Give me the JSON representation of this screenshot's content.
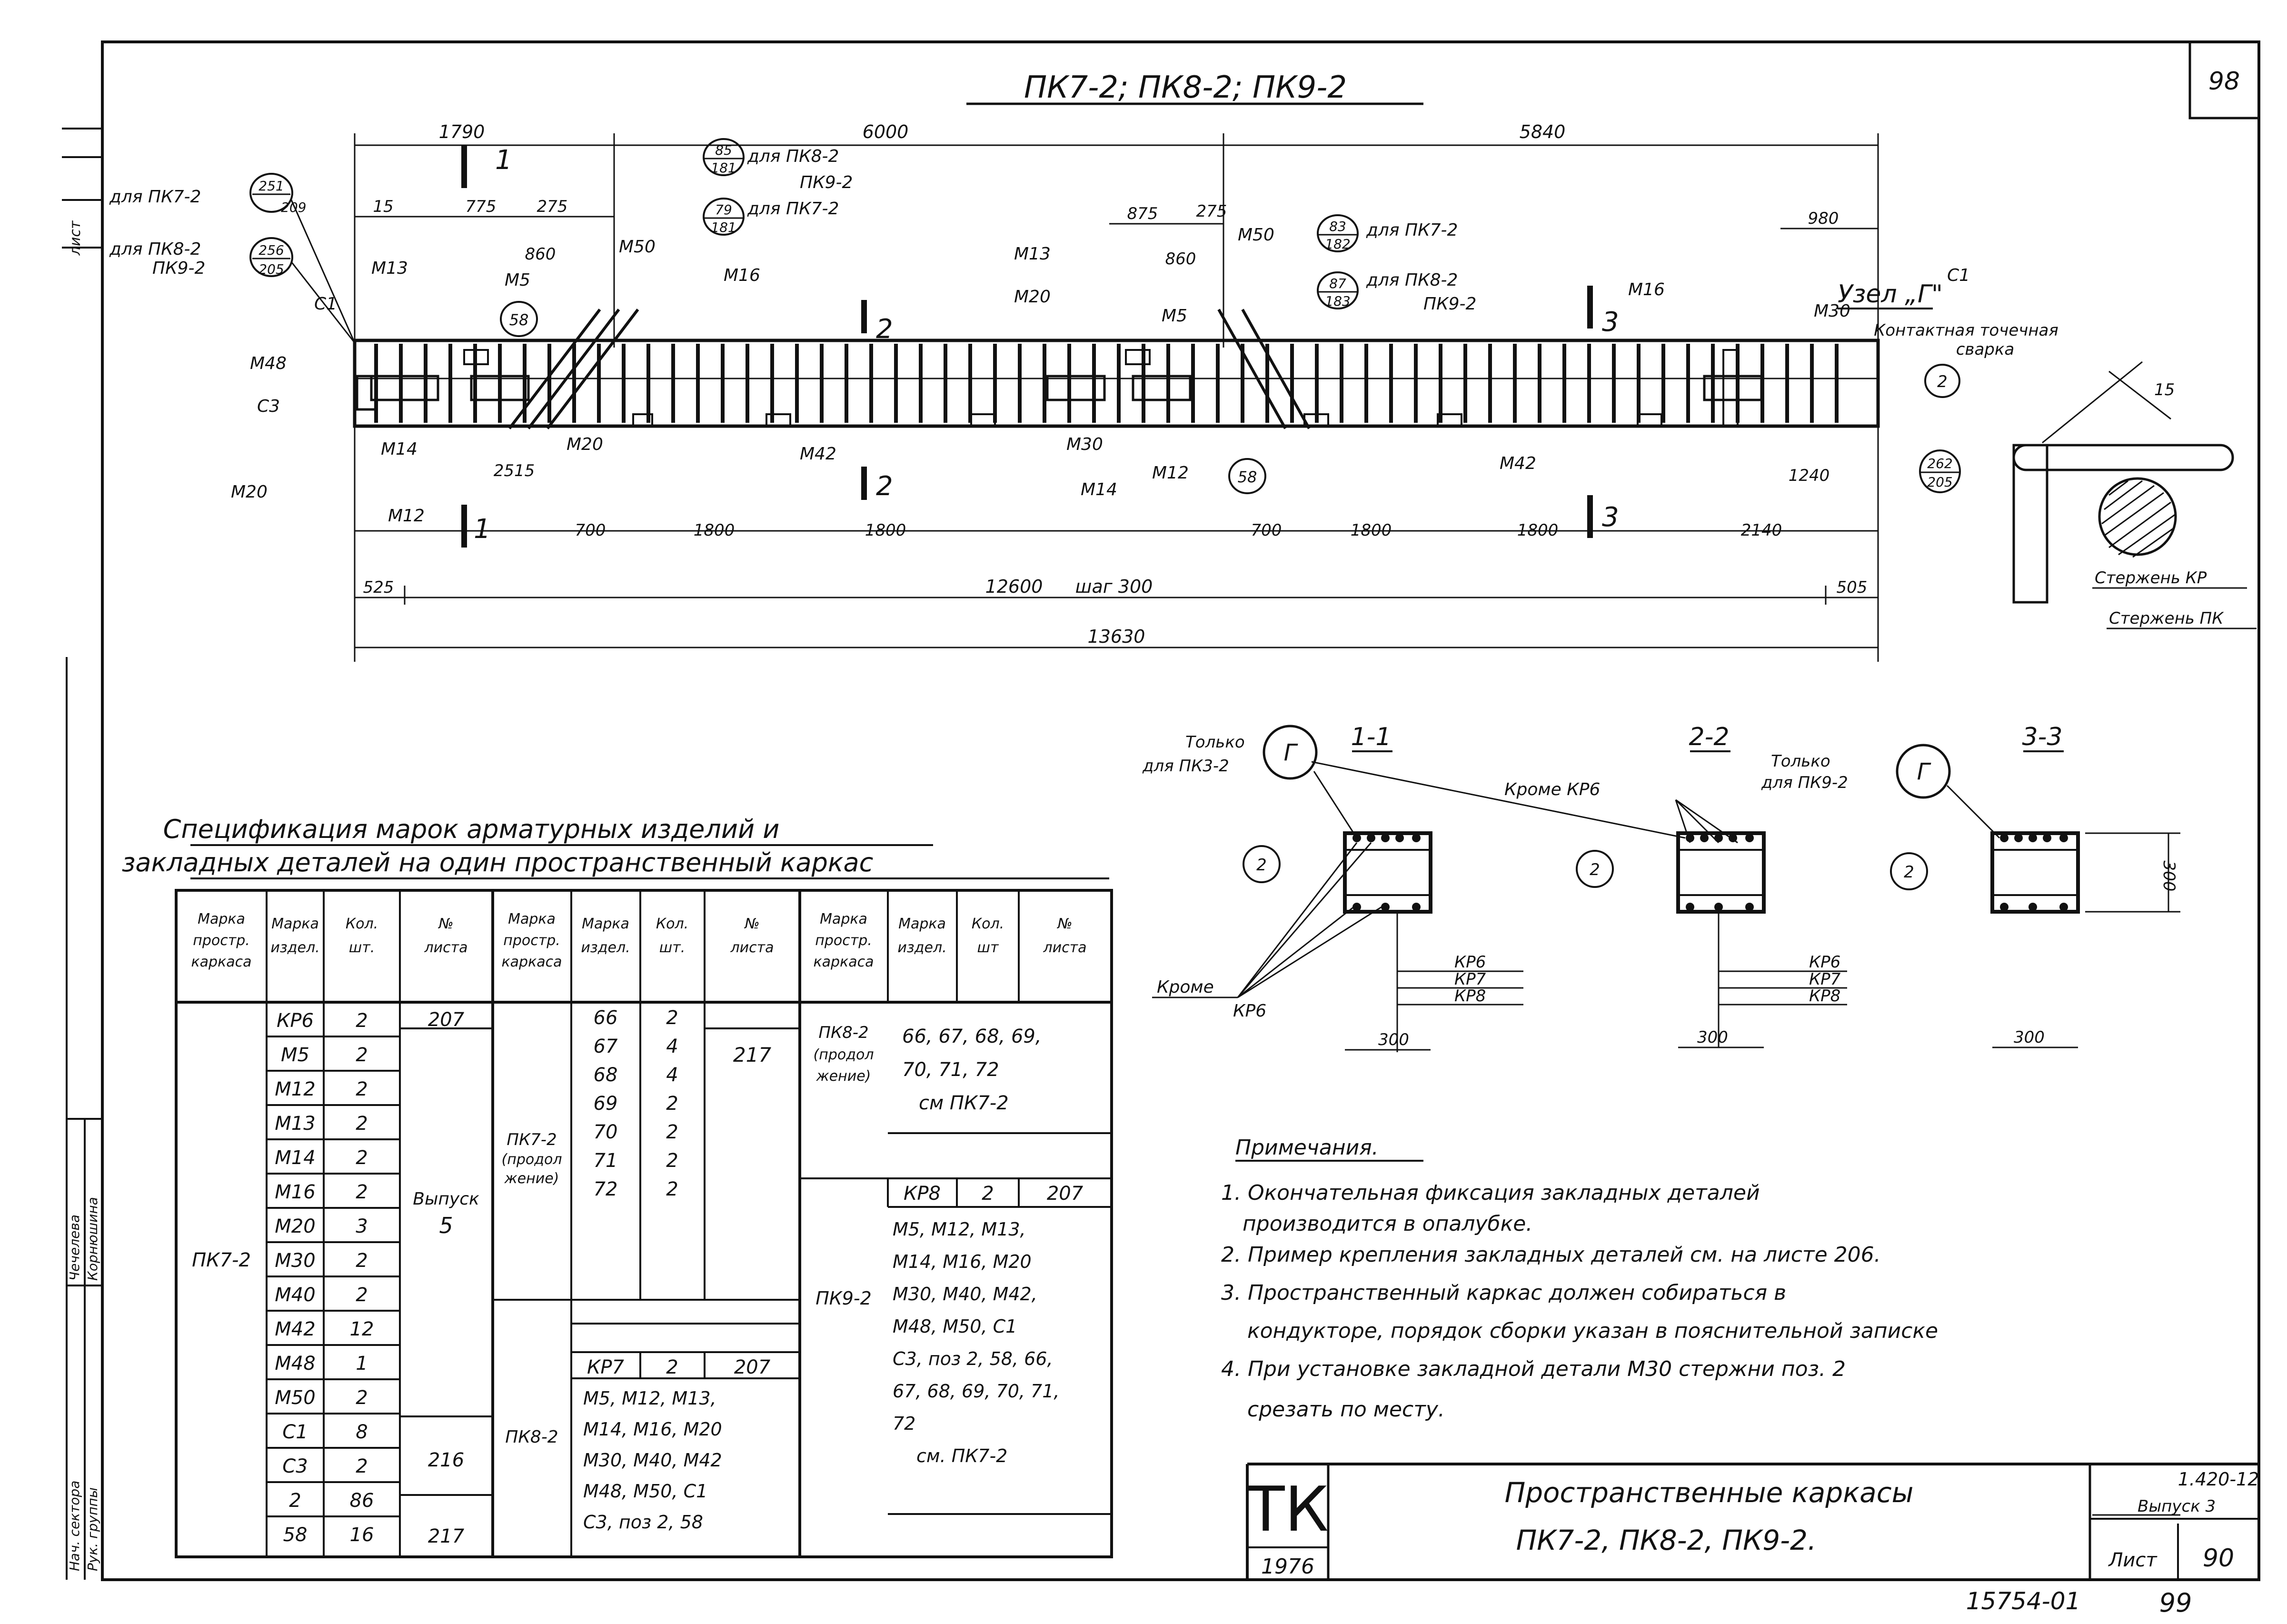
{
  "sheet": {
    "corner_number": "98",
    "title": "ПК7-2; ПК8-2; ПК9-2",
    "bottom_code": "15754-01",
    "bottom_page": "99",
    "left_margin": [
      "Нач. сектора",
      "Рук. группы",
      "Чечелева",
      "Корнюшина",
      "лист"
    ]
  },
  "elevation": {
    "dims_top": [
      "1790",
      "6000",
      "5840"
    ],
    "dims_second": [
      "15",
      "775",
      "275",
      "860",
      "875",
      "275",
      "860",
      "980"
    ],
    "dims_bottom": [
      "2515",
      "700",
      "1800",
      "1800",
      "700",
      "1800",
      "1800",
      "2140",
      "1240"
    ],
    "dims_overall": [
      "525",
      "12600",
      "шаг 300",
      "505",
      "13630"
    ],
    "section_marks": [
      "1",
      "2",
      "3"
    ],
    "callouts": [
      {
        "text": "для ПК7-2",
        "circle": [
          "251",
          "209"
        ]
      },
      {
        "text": "для ПК8-2",
        "circle": [
          "256",
          "205"
        ]
      },
      {
        "text": "ПК9-2"
      },
      {
        "text": "для ПК8-2",
        "circle": [
          "85",
          "181"
        ]
      },
      {
        "text": "ПК9-2"
      },
      {
        "text": "для ПК7-2",
        "circle": [
          "79",
          "181"
        ]
      },
      {
        "text": "для ПК7-2",
        "circle": [
          "83",
          "182"
        ]
      },
      {
        "text": "для ПК8-2",
        "circle": [
          "87",
          "183"
        ]
      },
      {
        "text": "ПК9-2"
      }
    ],
    "labels": [
      "М13",
      "М5",
      "М50",
      "М16",
      "М48",
      "С1",
      "С3",
      "М14",
      "М20",
      "М12",
      "М42",
      "М30",
      "58",
      "2",
      "262",
      "205"
    ]
  },
  "node": {
    "title": "Узел „Г\"",
    "subtitle": "Контактная точечная сварка",
    "dim": "15",
    "rod_kr": "Стержень КР",
    "rod_pk": "Стержень ПК"
  },
  "sections": {
    "s1": "1-1",
    "s2": "2-2",
    "s3": "3-3",
    "only_pk3": "Только для ПК3-2",
    "only_pk9": "Только для ПК9-2",
    "g": "Г",
    "krome_kr6": "Кроме КР6",
    "krome": "Кроме",
    "kr6": "КР6",
    "kr6b": "КР6",
    "kr7": "КР7",
    "kr8": "КР8",
    "d300": "300",
    "pos2": "2"
  },
  "spec": {
    "title_l1": "Спецификация марок арматурных изделий и",
    "title_l2": "закладных деталей на один пространственный каркас",
    "headers": [
      "Марка простр. каркаса",
      "Марка издел.",
      "Кол. шт.",
      "№ листа"
    ],
    "g1": {
      "frame": "ПК7-2",
      "rows": [
        [
          "КР6",
          "2"
        ],
        [
          "М5",
          "2"
        ],
        [
          "М12",
          "2"
        ],
        [
          "М13",
          "2"
        ],
        [
          "М14",
          "2"
        ],
        [
          "М16",
          "2"
        ],
        [
          "М20",
          "3"
        ],
        [
          "М30",
          "2"
        ],
        [
          "М40",
          "2"
        ],
        [
          "М42",
          "12"
        ],
        [
          "М48",
          "1"
        ],
        [
          "М50",
          "2"
        ],
        [
          "С1",
          "8"
        ],
        [
          "С3",
          "2"
        ],
        [
          "2",
          "86"
        ],
        [
          "58",
          "16"
        ]
      ],
      "sheet_207": "207",
      "sheet_vyp": "Выпуск 5",
      "sheet_216": "216",
      "sheet_217": "217"
    },
    "g2": {
      "frame_a": "ПК7-2 (продолжение)",
      "rows": [
        [
          "66",
          "2"
        ],
        [
          "67",
          "4"
        ],
        [
          "68",
          "4"
        ],
        [
          "69",
          "2"
        ],
        [
          "70",
          "2"
        ],
        [
          "71",
          "2"
        ],
        [
          "72",
          "2"
        ]
      ],
      "sheet": "217",
      "frame_b": "ПК8-2",
      "kr_row": [
        "КР7",
        "2",
        "207"
      ],
      "text": [
        "М5, М12, М13,",
        "М14, М16, М20",
        "М30, М40, М42",
        "М48, М50, С1",
        "С3, поз 2, 58"
      ]
    },
    "g3": {
      "frame_a": "ПК8-2 (продолжение)",
      "text_a": [
        "66, 67, 68, 69,",
        "70, 71, 72",
        "см ПК7-2"
      ],
      "frame_b": "ПК9-2",
      "kr_row": [
        "КР8",
        "2",
        "207"
      ],
      "text_b": [
        "М5, М12, М13,",
        "М14, М16, М20",
        "М30, М40, М42,",
        "М48, М50, С1",
        "С3, поз 2, 58, 66,",
        "67, 68, 69, 70, 71,",
        "72",
        "см. ПК7-2"
      ]
    }
  },
  "notes": {
    "title": "Примечания.",
    "lines": [
      "1. Окончательная фиксация закладных деталей",
      "производится в опалубке.",
      "2. Пример крепления закладных деталей см. на листе 206.",
      "3. Пространственный каркас должен собираться в",
      "кондукторе, порядок сборки указан в пояснительной записке",
      "4. При установке закладной детали М30 стержни поз. 2",
      "срезать по месту."
    ]
  },
  "stamp": {
    "tk": "ТК",
    "year": "1976",
    "title": "Пространственные каркасы",
    "subtitle": "ПК7-2, ПК8-2, ПК9-2.",
    "series": "1.420-12",
    "issue": "Выпуск 3",
    "sheet_label": "Лист",
    "sheet_no": "90"
  }
}
